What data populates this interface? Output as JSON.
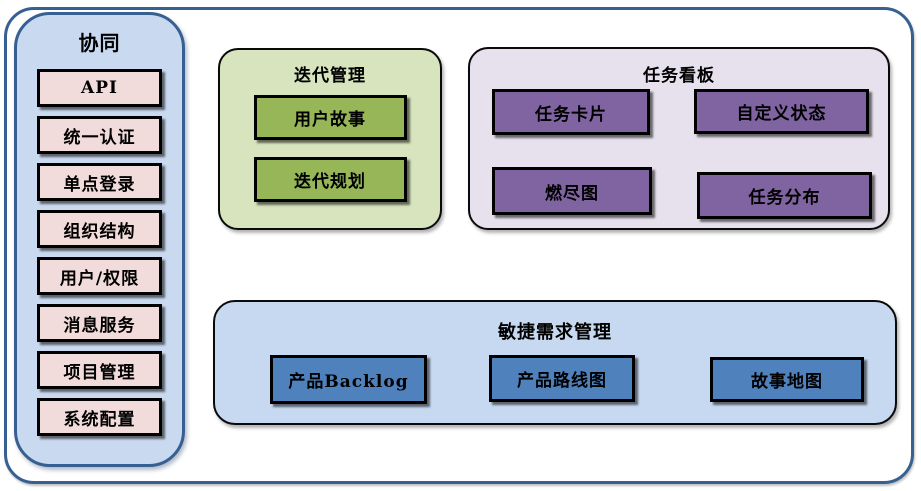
{
  "diagram": {
    "sidebar": {
      "title": "协同",
      "items": [
        "API",
        "统一认证",
        "单点登录",
        "组织结构",
        "用户/权限",
        "消息服务",
        "项目管理",
        "系统配置"
      ]
    },
    "panels": {
      "iteration": {
        "title": "迭代管理",
        "items": [
          "用户故事",
          "迭代规划"
        ]
      },
      "kanban": {
        "title": "任务看板",
        "items": [
          "任务卡片",
          "自定义状态",
          "燃尽图",
          "任务分布"
        ]
      },
      "requirements": {
        "title": "敏捷需求管理",
        "items": [
          "产品Backlog",
          "产品路线图",
          "故事地图"
        ]
      }
    },
    "colors": {
      "frame_border": "#376092",
      "sidebar_bg": "#C9D9F0",
      "sidebar_item_bg": "#F2DCDB",
      "iteration_panel_bg": "#D7E4BD",
      "iteration_item_bg": "#97B657",
      "kanban_panel_bg": "#E6E1ED",
      "kanban_item_bg": "#8064A2",
      "requirements_panel_bg": "#C7D9F1",
      "requirements_item_bg": "#4F81BD",
      "box_border": "#000000"
    }
  }
}
